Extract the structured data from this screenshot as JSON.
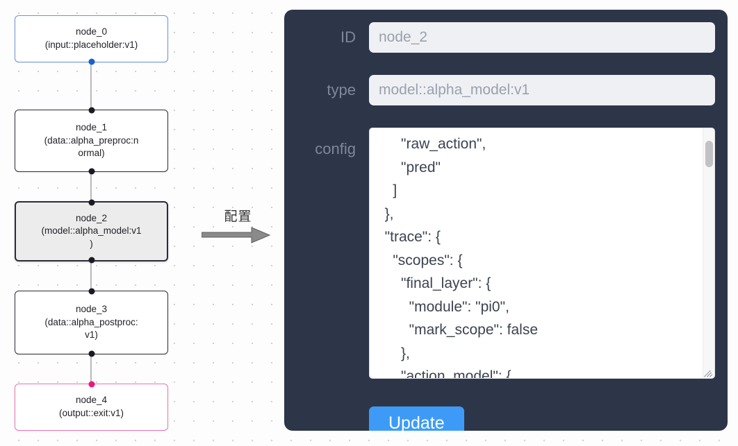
{
  "canvas": {
    "nodes": [
      {
        "id": "node_0",
        "title": "node_0",
        "subtitle": "(input::placeholder:v1)",
        "role": "input",
        "accent": "#6b93d6",
        "handle_color": "#1a5fd0",
        "selected": false
      },
      {
        "id": "node_1",
        "title": "node_1",
        "subtitle_line1": "(data::alpha_preproc:n",
        "subtitle_line2": "ormal)",
        "role": "data",
        "accent": "#2b2b36",
        "handle_color": "#1a1a22",
        "selected": false
      },
      {
        "id": "node_2",
        "title": "node_2",
        "subtitle_line1": "(model::alpha_model:v1",
        "subtitle_line2": ")",
        "role": "model",
        "accent": "#2b2b36",
        "handle_color": "#1a1a22",
        "selected": true
      },
      {
        "id": "node_3",
        "title": "node_3",
        "subtitle_line1": "(data::alpha_postproc:",
        "subtitle_line2": "v1)",
        "role": "data",
        "accent": "#2b2b36",
        "handle_color": "#1a1a22",
        "selected": false
      },
      {
        "id": "node_4",
        "title": "node_4",
        "subtitle": "(output::exit:v1)",
        "role": "output",
        "accent": "#ec74ac",
        "handle_color": "#ec1683",
        "selected": false
      }
    ],
    "edge_color": "#b8b8bd"
  },
  "annotation": {
    "label": "配置",
    "arrow_icon": "arrow-right-icon",
    "arrow_color": "#808080"
  },
  "panel": {
    "background": "#2d3648",
    "fields": [
      {
        "label": "ID",
        "value": "node_2"
      },
      {
        "label": "type",
        "value": "model::alpha_model:v1"
      },
      {
        "label": "config",
        "value": ""
      }
    ],
    "id_field": {
      "label": "ID",
      "value": "node_2",
      "placeholder": "node_2"
    },
    "type_field": {
      "label": "type",
      "value": "model::alpha_model:v1",
      "placeholder": "model::alpha_model:v1"
    },
    "config_field": {
      "label": "config",
      "value": "      \"raw_action\",\n      \"pred\"\n    ]\n  },\n  \"trace\": {\n    \"scopes\": {\n      \"final_layer\": {\n        \"module\": \"pi0\",\n        \"mark_scope\": false\n      },\n      \"action_model\": {",
      "scrollbar": {
        "thumb_color": "#c2c2c4",
        "position": "near-top"
      }
    },
    "update_button": {
      "label": "Update",
      "color": "#3d9bf7",
      "text_color": "#ffffff"
    }
  }
}
